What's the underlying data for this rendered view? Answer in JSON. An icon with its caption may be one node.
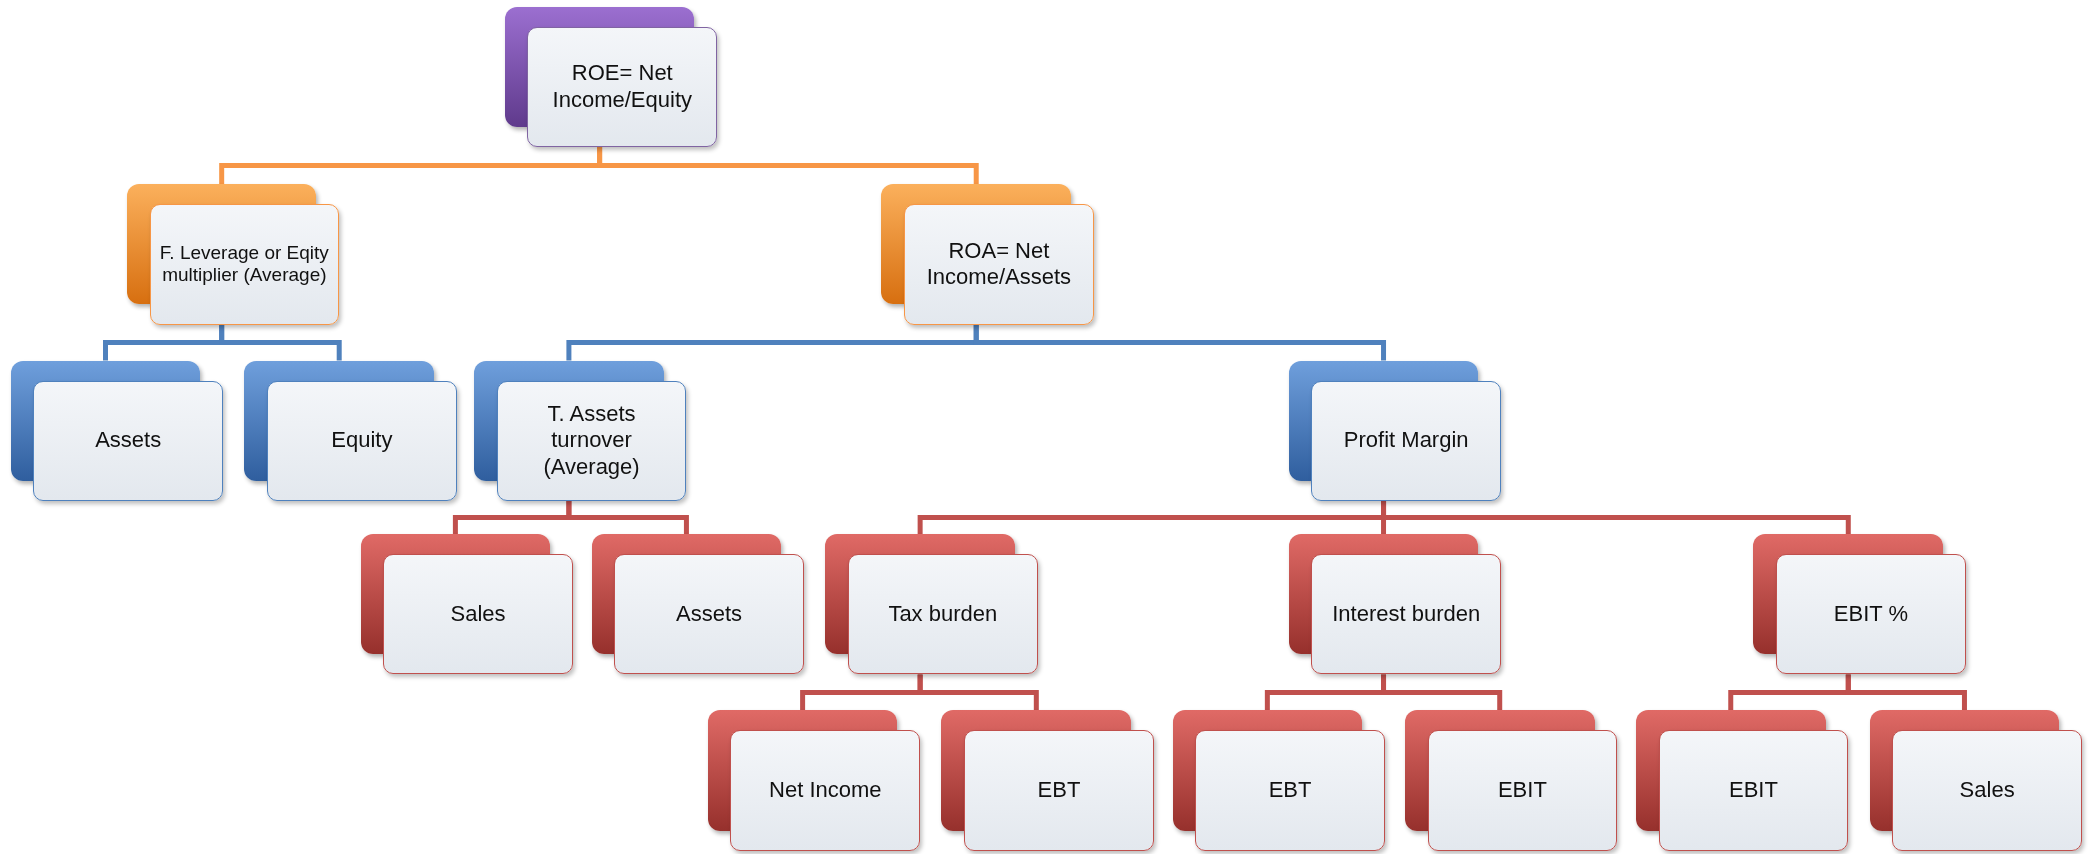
{
  "diagram": {
    "nodes": [
      {
        "text": [
          "ROE= Net Income/Equity"
        ]
      },
      {
        "text": [
          "F. Leverage or Eqity multiplier (Average)"
        ]
      },
      {
        "text": [
          "ROA= Net Income/Assets"
        ]
      },
      {
        "text": [
          "Assets"
        ]
      },
      {
        "text": [
          "Equity"
        ]
      },
      {
        "text": [
          "T. Assets turnover (Average)"
        ]
      },
      {
        "text": [
          "Profit Margin"
        ]
      },
      {
        "text": [
          "Sales"
        ]
      },
      {
        "text": [
          "Assets"
        ]
      },
      {
        "text": [
          "Tax burden"
        ]
      },
      {
        "text": [
          "Interest burden"
        ]
      },
      {
        "text": [
          "EBIT %"
        ]
      },
      {
        "text": [
          "Net Income"
        ]
      },
      {
        "text": [
          "EBT"
        ]
      },
      {
        "text": [
          "EBT"
        ]
      },
      {
        "text": [
          "EBIT"
        ]
      },
      {
        "text": [
          "EBIT"
        ]
      },
      {
        "text": [
          "Sales"
        ]
      }
    ],
    "edges": [
      {
        "from": 0,
        "to": 1,
        "arrow": "none",
        "color": "#f79646"
      },
      {
        "from": 0,
        "to": 2,
        "arrow": "none",
        "color": "#f79646"
      },
      {
        "from": 1,
        "to": 3,
        "arrow": "none",
        "color": "#4f81bd"
      },
      {
        "from": 1,
        "to": 4,
        "arrow": "none",
        "color": "#4f81bd"
      },
      {
        "from": 2,
        "to": 5,
        "arrow": "none",
        "color": "#4f81bd"
      },
      {
        "from": 2,
        "to": 6,
        "arrow": "none",
        "color": "#4f81bd"
      },
      {
        "from": 5,
        "to": 7,
        "arrow": "none"
      },
      {
        "from": 5,
        "to": 8,
        "arrow": "none"
      },
      {
        "from": 6,
        "to": 9,
        "arrow": "none"
      },
      {
        "from": 6,
        "to": 10,
        "arrow": "none"
      },
      {
        "from": 6,
        "to": 11,
        "arrow": "none"
      },
      {
        "from": 9,
        "to": 12,
        "arrow": "none"
      },
      {
        "from": 9,
        "to": 13,
        "arrow": "none"
      },
      {
        "from": 10,
        "to": 14,
        "arrow": "none"
      },
      {
        "from": 10,
        "to": 15,
        "arrow": "none"
      },
      {
        "from": 11,
        "to": 16,
        "arrow": "none"
      },
      {
        "from": 11,
        "to": 17,
        "arrow": "none"
      }
    ]
  }
}
